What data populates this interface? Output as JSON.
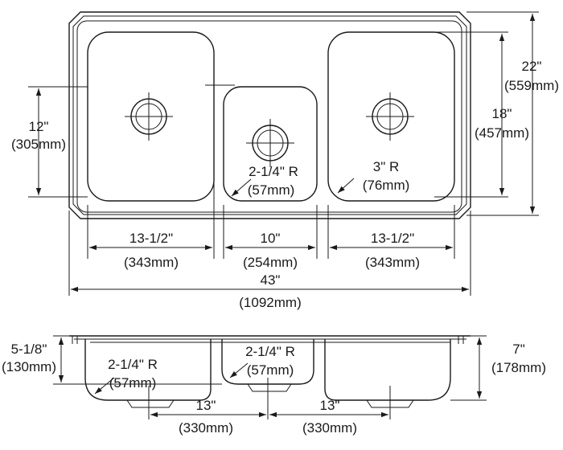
{
  "dimensions": {
    "overall_width": {
      "imperial": "43\"",
      "metric": "(1092mm)"
    },
    "overall_depth": {
      "imperial": "22\"",
      "metric": "(559mm)"
    },
    "bowl_depth_front_back": {
      "imperial": "18\"",
      "metric": "(457mm)"
    },
    "left_bowl_height": {
      "imperial": "12\"",
      "metric": "(305mm)"
    },
    "left_bowl_width": {
      "imperial": "13-1/2\"",
      "metric": "(343mm)"
    },
    "center_bowl_width": {
      "imperial": "10\"",
      "metric": "(254mm)"
    },
    "right_bowl_width": {
      "imperial": "13-1/2\"",
      "metric": "(343mm)"
    },
    "center_corner_radius": {
      "imperial": "2-1/4\" R",
      "metric": "(57mm)"
    },
    "right_corner_radius": {
      "imperial": "3\" R",
      "metric": "(76mm)"
    },
    "center_bowl_depth": {
      "imperial": "5-1/8\"",
      "metric": "(130mm)"
    },
    "side_bowl_depth": {
      "imperial": "7\"",
      "metric": "(178mm)"
    },
    "left_bottom_radius": {
      "imperial": "2-1/4\" R",
      "metric": "(57mm)"
    },
    "center_bottom_radius": {
      "imperial": "2-1/4\" R",
      "metric": "(57mm)"
    },
    "drain_spacing_left": {
      "imperial": "13\"",
      "metric": "(330mm)"
    },
    "drain_spacing_right": {
      "imperial": "13\"",
      "metric": "(330mm)"
    }
  }
}
